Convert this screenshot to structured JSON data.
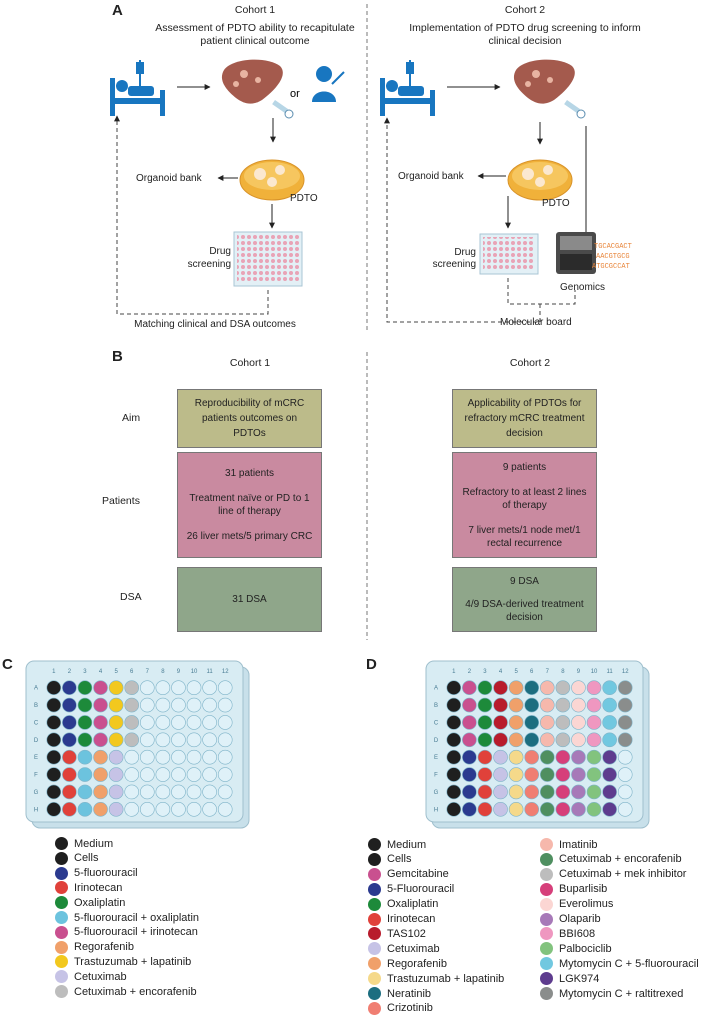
{
  "panelA": {
    "letter": "A",
    "cohort1": {
      "title": "Cohort 1",
      "subtitle_line1": "Assessment of PDTO ability to recapitulate",
      "subtitle_line2": "patient clinical outcome",
      "or_label": "or",
      "organoid_bank": "Organoid bank",
      "pdto": "PDTO",
      "drug_screening_line1": "Drug",
      "drug_screening_line2": "screening",
      "matching": "Matching clinical and DSA outcomes"
    },
    "cohort2": {
      "title": "Cohort 2",
      "subtitle_line1": "Implementation of PDTO drug screening to inform",
      "subtitle_line2": "clinical decision",
      "organoid_bank": "Organoid bank",
      "pdto": "PDTO",
      "drug_screening_line1": "Drug",
      "drug_screening_line2": "screening",
      "genomics": "Genomics",
      "molecular_board": "Molecular board"
    }
  },
  "panelB": {
    "letter": "B",
    "cohort1_title": "Cohort 1",
    "cohort2_title": "Cohort 2",
    "row_labels": {
      "aim": "Aim",
      "patients": "Patients",
      "dsa": "DSA"
    },
    "cohort1": {
      "aim_line1": "Reproducibility of mCRC",
      "aim_line2": "patients outcomes on",
      "aim_line3": "PDTOs",
      "patients_count": "31 patients",
      "patients_line1": "Treatment naïve or PD to 1",
      "patients_line2": "line of therapy",
      "patients_line3": "26 liver mets/5 primary CRC",
      "dsa": "31 DSA"
    },
    "cohort2": {
      "aim_line1": "Applicability of PDTOs for",
      "aim_line2": "refractory mCRC treatment",
      "aim_line3": "decision",
      "patients_count": "9 patients",
      "patients_line1": "Refractory to at least 2 lines",
      "patients_line2": "of therapy",
      "patients_line3": "7 liver mets/1 node met/1",
      "patients_line4": "rectal recurrence",
      "dsa_line1": "9 DSA",
      "dsa_line2": "4/9 DSA-derived treatment",
      "dsa_line3": "decision"
    }
  },
  "panelC": {
    "letter": "C",
    "col_numbers": [
      "1",
      "2",
      "3",
      "4",
      "5",
      "6",
      "7",
      "8",
      "9",
      "10",
      "11",
      "12"
    ],
    "row_letters": [
      "A",
      "B",
      "C",
      "D",
      "E",
      "F",
      "G",
      "H"
    ],
    "legend": [
      {
        "label": "Medium",
        "color": "#1f1f1f"
      },
      {
        "label": "Cells",
        "color": "#1f1f1f"
      },
      {
        "label": "5-fluorouracil",
        "color": "#2b3a8f"
      },
      {
        "label": "Irinotecan",
        "color": "#e0413a"
      },
      {
        "label": "Oxaliplatin",
        "color": "#1d8a3a"
      },
      {
        "label": "5-fluorouracil + oxaliplatin",
        "color": "#6cc3de"
      },
      {
        "label": "5-fluorouracil + irinotecan",
        "color": "#c9508f"
      },
      {
        "label": "Regorafenib",
        "color": "#f0a06a"
      },
      {
        "label": "Trastuzumab + lapatinib",
        "color": "#f2c81e"
      },
      {
        "label": "Cetuximab",
        "color": "#c6c3e6"
      },
      {
        "label": "Cetuximab + encorafenib",
        "color": "#bdbdbd"
      }
    ]
  },
  "panelD": {
    "letter": "D",
    "col_numbers": [
      "1",
      "2",
      "3",
      "4",
      "5",
      "6",
      "7",
      "8",
      "9",
      "10",
      "11",
      "12"
    ],
    "row_letters": [
      "A",
      "B",
      "C",
      "D",
      "E",
      "F",
      "G",
      "H"
    ],
    "legend_left": [
      {
        "label": "Medium",
        "color": "#1f1f1f"
      },
      {
        "label": "Cells",
        "color": "#1f1f1f"
      },
      {
        "label": "Gemcitabine",
        "color": "#c9508f"
      },
      {
        "label": "5-Fluorouracil",
        "color": "#2b3a8f"
      },
      {
        "label": "Oxaliplatin",
        "color": "#1d8a3a"
      },
      {
        "label": "Irinotecan",
        "color": "#e0413a"
      },
      {
        "label": "TAS102",
        "color": "#b81c2c"
      },
      {
        "label": "Cetuximab",
        "color": "#c6c3e6"
      },
      {
        "label": "Regorafenib",
        "color": "#f0a06a"
      },
      {
        "label": "Trastuzumab + lapatinib",
        "color": "#f5d98a"
      },
      {
        "label": "Neratinib",
        "color": "#1c6e80"
      },
      {
        "label": "Crizotinib",
        "color": "#f07e72"
      }
    ],
    "legend_right": [
      {
        "label": "Imatinib",
        "color": "#f6b8ac"
      },
      {
        "label": "Cetuximab + encorafenib",
        "color": "#4f8f60"
      },
      {
        "label": "Cetuximab + mek inhibitor",
        "color": "#bdbdbd"
      },
      {
        "label": "Buparlisib",
        "color": "#d63f7a"
      },
      {
        "label": "Everolimus",
        "color": "#fbd6d3"
      },
      {
        "label": "Olaparib",
        "color": "#a779b8"
      },
      {
        "label": "BBI608",
        "color": "#ef97c0"
      },
      {
        "label": "Palbociclib",
        "color": "#82c37e"
      },
      {
        "label": "Mytomycin C + 5-fluorouracil",
        "color": "#71c8e0"
      },
      {
        "label": "LGK974",
        "color": "#5e3c8e"
      },
      {
        "label": "Mytomycin C + raltitrexed",
        "color": "#8a8d8c"
      }
    ]
  },
  "colors": {
    "empty_well": "#dff1f8",
    "plate": "#d8ecf3",
    "aim": "#bcbb8a",
    "patients": "#c98aa0",
    "dsa": "#8fa68a"
  }
}
